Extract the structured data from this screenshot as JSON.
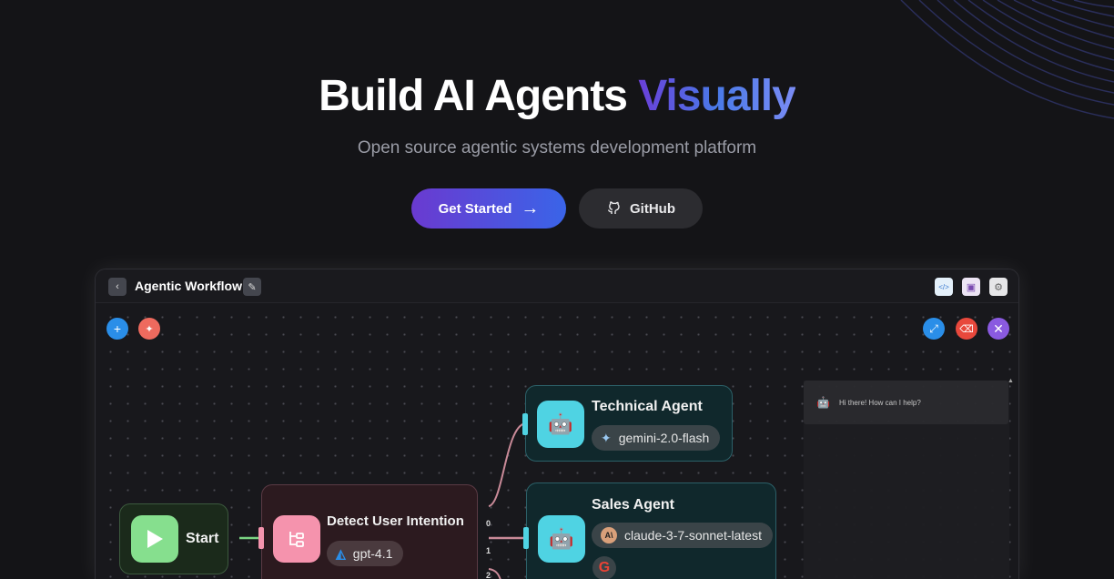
{
  "hero": {
    "title_plain": "Build AI Agents",
    "title_accent": "Visually",
    "subtitle": "Open source agentic systems development platform",
    "primary_button": "Get Started",
    "github_button": "GitHub"
  },
  "editor": {
    "title": "Agentic Workflow",
    "toolbar_icons": [
      "code-icon",
      "save-icon",
      "settings-icon"
    ],
    "canvas_tools": [
      "add-icon",
      "sparkle-icon"
    ],
    "chat_tools": [
      "expand-icon",
      "eraser-icon",
      "close-icon"
    ],
    "chat": {
      "message": "Hi there! How can I help?"
    },
    "nodes": {
      "start": {
        "label": "Start"
      },
      "intent": {
        "label": "Detect User Intention",
        "model": "gpt-4.1",
        "ports": [
          "0",
          "1",
          "2"
        ]
      },
      "technical": {
        "label": "Technical Agent",
        "model": "gemini-2.0-flash"
      },
      "sales": {
        "label": "Sales Agent",
        "model": "claude-3-7-sonnet-latest"
      }
    }
  },
  "colors": {
    "accent_start": "#6a3ad0",
    "accent_end": "#3a64e8",
    "start": "#86df8e",
    "intent": "#f593ad",
    "agent": "#4fd3e3"
  }
}
